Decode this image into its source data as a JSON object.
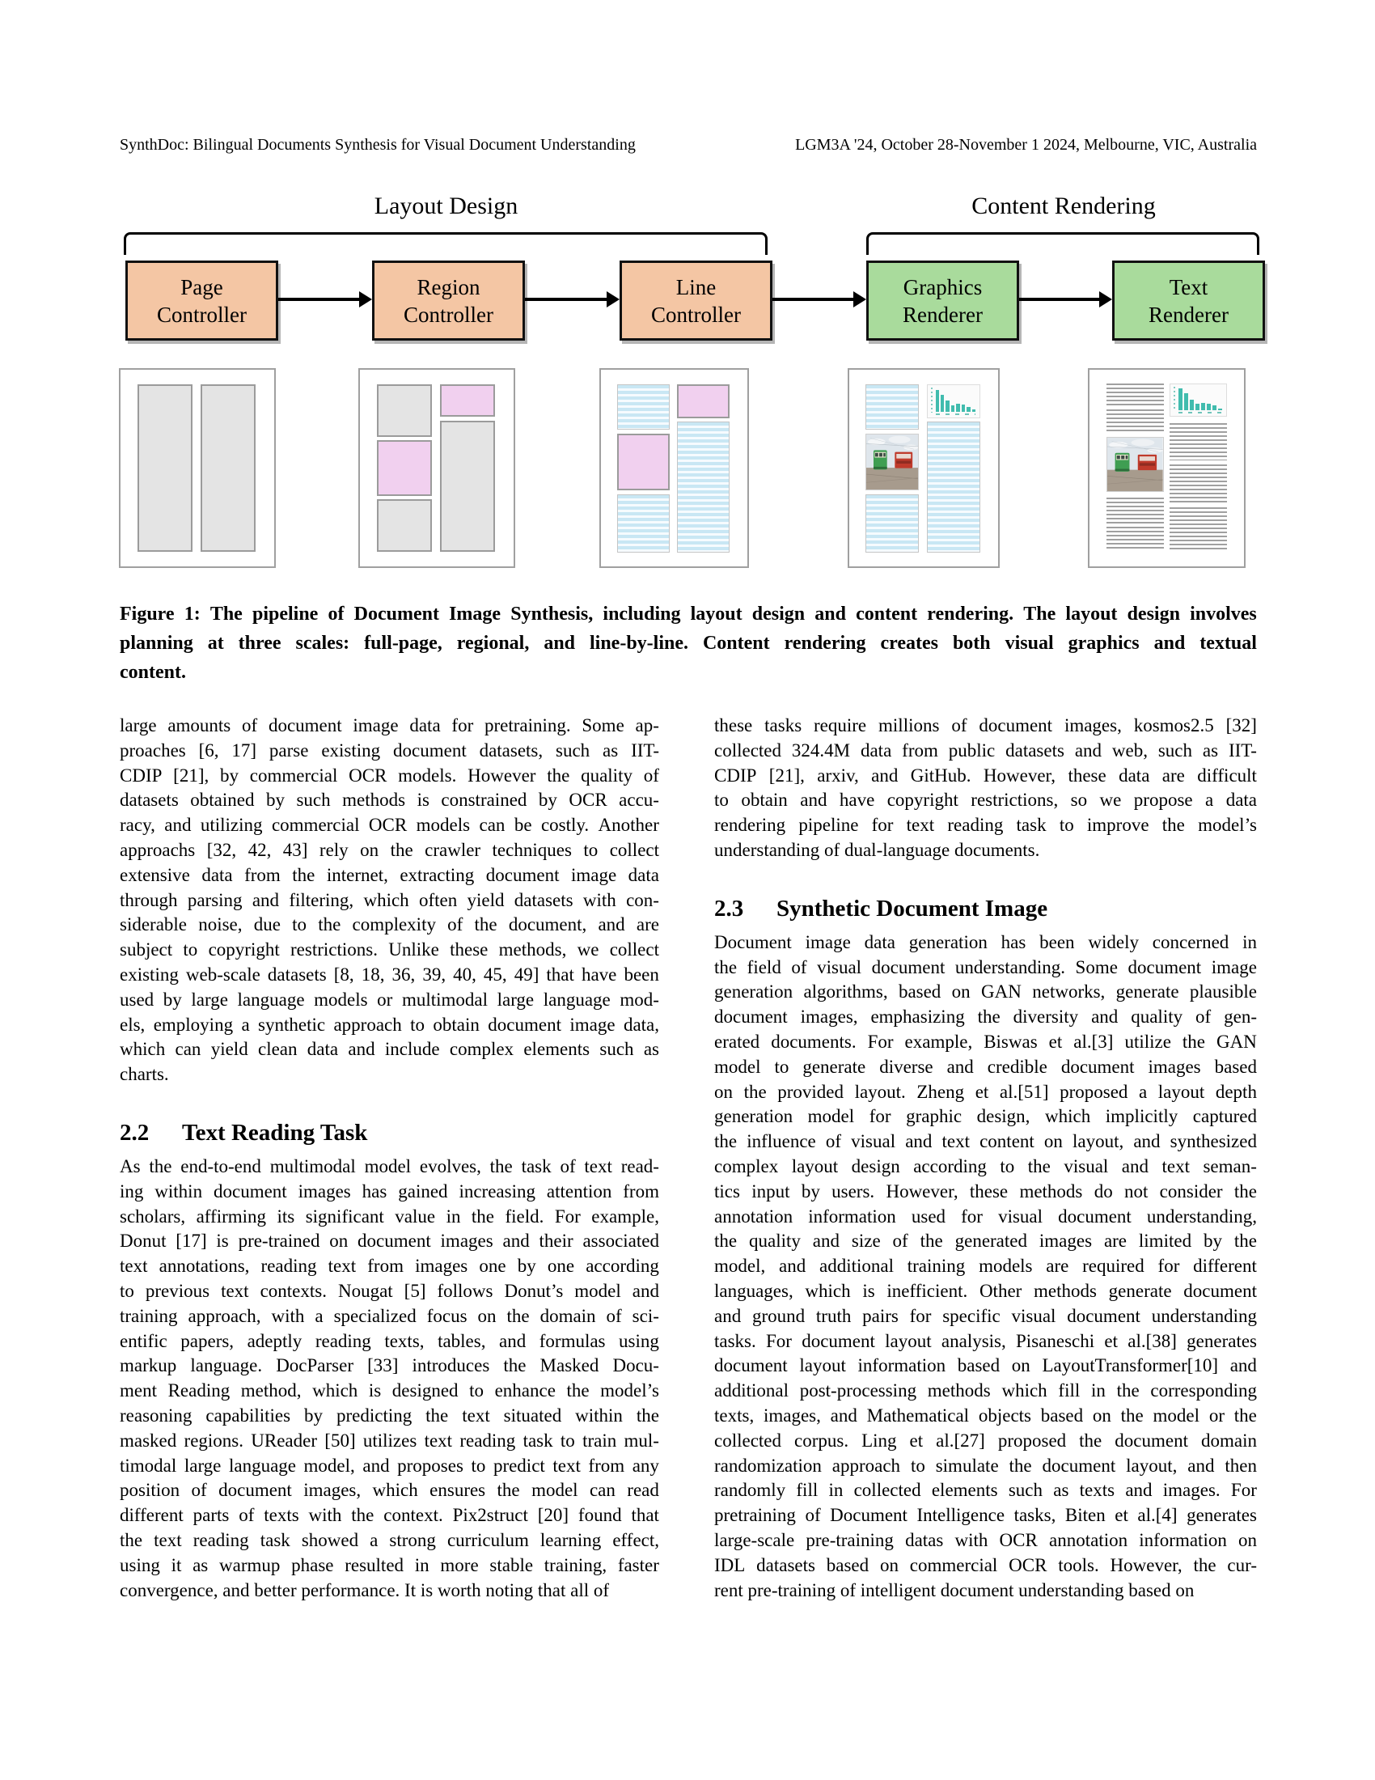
{
  "header": {
    "left": "SynthDoc: Bilingual Documents Synthesis for Visual Document Understanding",
    "right": "LGM3A '24, October 28-November 1 2024, Melbourne, VIC, Australia"
  },
  "figure": {
    "groups": [
      {
        "label": "Layout Design"
      },
      {
        "label": "Content Rendering"
      }
    ],
    "boxes": [
      {
        "line1": "Page",
        "line2": "Controller",
        "color": "#f4c6a4"
      },
      {
        "line1": "Region",
        "line2": "Controller",
        "color": "#f4c6a4"
      },
      {
        "line1": "Line",
        "line2": "Controller",
        "color": "#f4c6a4"
      },
      {
        "line1": "Graphics",
        "line2": "Renderer",
        "color": "#a9db9c"
      },
      {
        "line1": "Text",
        "line2": "Renderer",
        "color": "#a9db9c"
      }
    ],
    "colors": {
      "controller_box": "#f4c6a4",
      "renderer_box": "#a9db9c",
      "region_gray": "#e4e4e4",
      "region_pink": "#f1d0ef",
      "line_stripe_blue": "#c9e7f4",
      "chart_teal": "#41bcae"
    },
    "chart_bars": [
      95,
      74,
      48,
      28,
      33,
      30,
      21,
      8
    ]
  },
  "caption": {
    "lines": [
      "Figure 1: The pipeline of Document Image Synthesis, including layout design and content rendering. The layout design involves",
      "planning at three scales: full-page, regional, and line-by-line. Content rendering creates both visual graphics and textual",
      "content."
    ]
  },
  "body": {
    "left": {
      "para1": [
        "large amounts of document image data for pretraining. Some ap-",
        "proaches [6, 17] parse existing document datasets, such as IIT-",
        "CDIP [21], by commercial OCR models. However the quality of",
        "datasets obtained by such methods is constrained by OCR accu-",
        "racy, and utilizing commercial OCR models can be costly. Another",
        "approachs [32, 42, 43] rely on the crawler techniques to collect",
        "extensive data from the internet, extracting document image data",
        "through parsing and filtering, which often yield datasets with con-",
        "siderable noise, due to the complexity of the document, and are",
        "subject to copyright restrictions. Unlike these methods, we collect",
        "existing web-scale datasets [8, 18, 36, 39, 40, 45, 49] that have been",
        "used by large language models or multimodal large language mod-",
        "els, employing a synthetic approach to obtain document image data,",
        "which can yield clean data and include complex elements such as",
        "charts."
      ],
      "heading": {
        "number": "2.2",
        "title": "Text Reading Task"
      },
      "para2": [
        "As the end-to-end multimodal model evolves, the task of text read-",
        "ing within document images has gained increasing attention from",
        "scholars, affirming its significant value in the field. For example,",
        "Donut [17] is pre-trained on document images and their associated",
        "text annotations, reading text from images one by one according",
        "to previous text contexts. Nougat [5] follows Donut’s model and",
        "training approach, with a specialized focus on the domain of sci-",
        "entific papers, adeptly reading texts, tables, and formulas using",
        "markup language. DocParser [33] introduces the Masked Docu-",
        "ment Reading method, which is designed to enhance the model’s",
        "reasoning capabilities by predicting the text situated within the",
        "masked regions. UReader [50] utilizes text reading task to train mul-",
        "timodal large language model, and proposes to predict text from any",
        "position of document images, which ensures the model can read",
        "different parts of texts with the context. Pix2struct [20] found that",
        "the text reading task showed a strong curriculum learning effect,",
        "using it as warmup phase resulted in more stable training, faster",
        "convergence, and better performance. It is worth noting that all of"
      ]
    },
    "right": {
      "para1": [
        "these tasks require millions of document images, kosmos2.5 [32]",
        "collected 324.4M data from public datasets and web, such as IIT-",
        "CDIP [21], arxiv, and GitHub. However, these data are difficult",
        "to obtain and have copyright restrictions, so we propose a data",
        "rendering pipeline for text reading task to improve the model’s",
        "understanding of dual-language documents."
      ],
      "heading": {
        "number": "2.3",
        "title": "Synthetic Document Image"
      },
      "para2": [
        "Document image data generation has been widely concerned in",
        "the field of visual document understanding. Some document image",
        "generation algorithms, based on GAN networks, generate plausible",
        "document images, emphasizing the diversity and quality of gen-",
        "erated documents. For example, Biswas et al.[3] utilize the GAN",
        "model to generate diverse and credible document images based",
        "on the provided layout. Zheng et al.[51] proposed a layout depth",
        "generation model for graphic design, which implicitly captured",
        "the influence of visual and text content on layout, and synthesized",
        "complex layout design according to the visual and text seman-",
        "tics input by users. However, these methods do not consider the",
        "annotation information used for visual document understanding,",
        "the quality and size of the generated images are limited by the",
        "model, and additional training models are required for different",
        "languages, which is inefficient. Other methods generate document",
        "and ground truth pairs for specific visual document understanding",
        "tasks. For document layout analysis, Pisaneschi et al.[38] generates",
        "document layout information based on LayoutTransformer[10] and",
        "additional post-processing methods which fill in the corresponding",
        "texts, images, and Mathematical objects based on the model or the",
        "collected corpus. Ling et al.[27] proposed the document domain",
        "randomization approach to simulate the document layout, and then",
        "randomly fill in collected elements such as texts and images. For",
        "pretraining of Document Intelligence tasks, Biten et al.[4] generates",
        "large-scale pre-training datas with OCR annotation information on",
        "IDL datasets based on commercial OCR tools. However, the cur-",
        "rent pre-training of intelligent document understanding based on"
      ]
    }
  }
}
